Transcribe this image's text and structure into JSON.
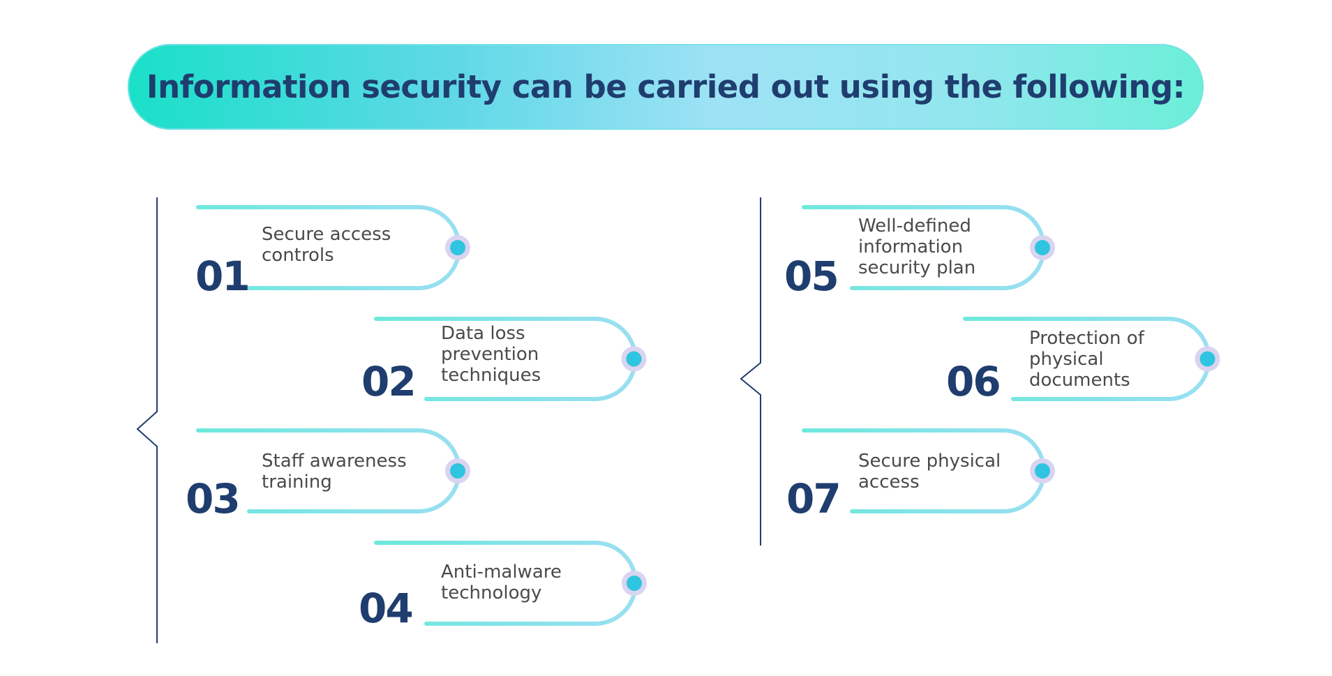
{
  "title": "Information security can be carried out using the following:",
  "colors": {
    "title_text": "#1f3d6e",
    "number_text": "#1f3d6e",
    "label_text": "#4a4a4a",
    "bracket_line": "#1f3d6e",
    "gradient_start": "#6de8dc",
    "gradient_end": "#9adff2",
    "dot": "#2fc5e0",
    "dot_ring": "#d9d4f0"
  },
  "items": [
    {
      "number": "01",
      "label": "Secure access\ncontrols"
    },
    {
      "number": "02",
      "label": "Data loss\nprevention\ntechniques"
    },
    {
      "number": "03",
      "label": "Staff awareness\ntraining"
    },
    {
      "number": "04",
      "label": "Anti-malware\ntechnology"
    },
    {
      "number": "05",
      "label": "Well-defined\ninformation\nsecurity plan"
    },
    {
      "number": "06",
      "label": "Protection of\nphysical\ndocuments"
    },
    {
      "number": "07",
      "label": "Secure physical\naccess"
    }
  ]
}
